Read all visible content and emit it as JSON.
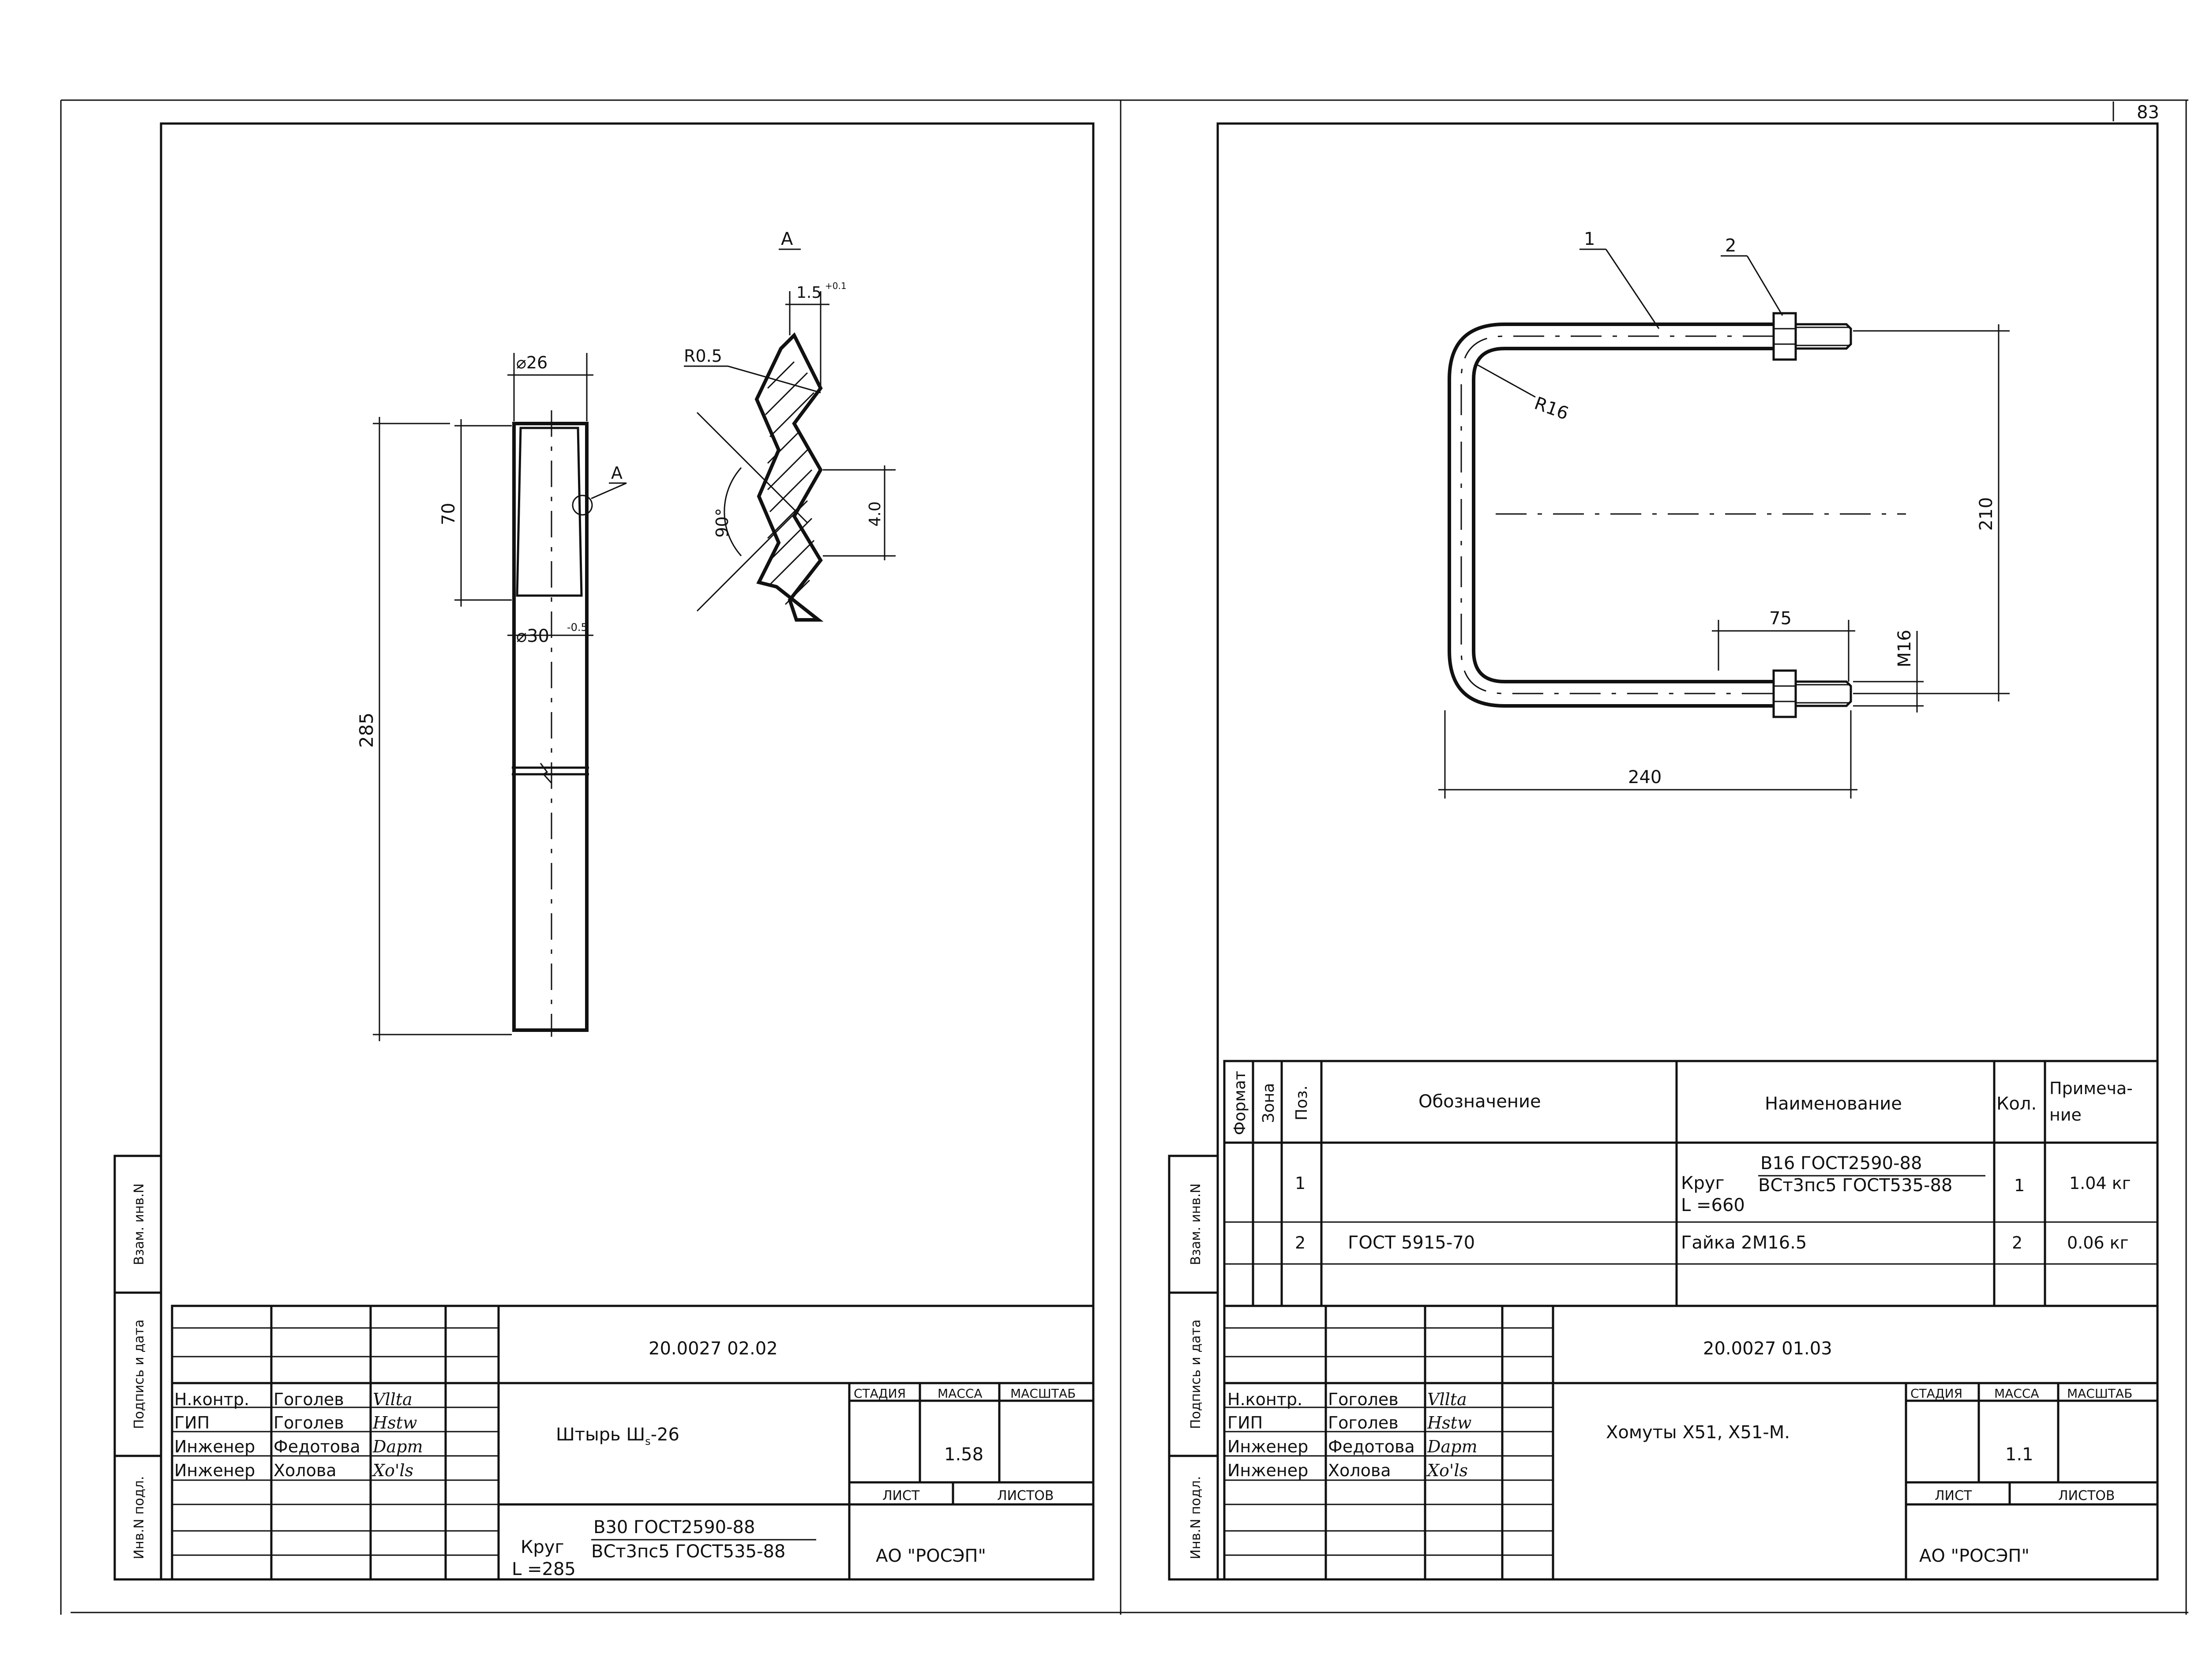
{
  "page_number": "83",
  "left_sheet": {
    "detail": {
      "dim_diameter_top": "⌀26",
      "dim_70": "70",
      "dim_285": "285",
      "dim_diameter_bottom": "⌀30",
      "dim_diameter_bottom_tol": "-0.5",
      "callout_a": "A"
    },
    "view_a": {
      "title": "A",
      "dim_1_5": "1.5",
      "dim_1_5_tol": "+0.1",
      "radius": "R0.5",
      "angle": "90°",
      "dim_4_0": "4.0"
    },
    "title_block": {
      "code": "20.0027  02.02",
      "roles": [
        "Н.контр.",
        "ГИП",
        "Инженер",
        "Инженер"
      ],
      "names": [
        "Гоголев",
        "Гоголев",
        "Федотова",
        "Холова"
      ],
      "signatures": [
        "Vllta",
        "Hstw",
        "Dapm",
        "Xo'ls"
      ],
      "product_name": "Штырь Ш",
      "product_sub": "s",
      "product_suffix": "-26",
      "stage_label": "СТАДИЯ",
      "mass_label": "МАССА",
      "scale_label": "МАСШТАБ",
      "mass_value": "1.58",
      "sheet_label": "ЛИСТ",
      "sheets_label": "ЛИСТОВ",
      "material_prefix": "Круг",
      "material_top": "В30  ГОСТ2590-88",
      "material_bottom": "ВСт3пс5  ГОСТ535-88",
      "material_length": "L =285",
      "organization": "АО \"РОСЭП\""
    },
    "side_labels": [
      "Взам. инв.N",
      "Подпись и дата",
      "Инв.N подл."
    ]
  },
  "right_sheet": {
    "drawing": {
      "pos1": "1",
      "pos2": "2",
      "radius": "R16",
      "dim_210": "210",
      "dim_75": "75",
      "dim_m16": "M16",
      "dim_240": "240"
    },
    "spec_table": {
      "headers": {
        "format": "Формат",
        "zone": "Зона",
        "pos": "Поз.",
        "designation": "Обозначение",
        "name": "Наименование",
        "qty": "Кол.",
        "note_1": "Примеча-",
        "note_2": "ние"
      },
      "rows": [
        {
          "pos": "1",
          "designation": "",
          "name_prefix": "Круг",
          "name_top": "В16  ГОСТ2590-88",
          "name_bottom": "ВСт3пс5  ГОСТ535-88",
          "name_length": "L =660",
          "qty": "1",
          "note": "1.04  кг"
        },
        {
          "pos": "2",
          "designation": "ГОСТ  5915-70",
          "name": "Гайка  2М16.5",
          "qty": "2",
          "note": "0.06  кг"
        }
      ]
    },
    "title_block": {
      "code": "20.0027  01.03",
      "roles": [
        "Н.контр.",
        "ГИП",
        "Инженер",
        "Инженер"
      ],
      "names": [
        "Гоголев",
        "Гоголев",
        "Федотова",
        "Холова"
      ],
      "signatures": [
        "Vllta",
        "Hstw",
        "Dapm",
        "Xo'ls"
      ],
      "product_name": "Хомуты  Х51,  Х51-М.",
      "stage_label": "СТАДИЯ",
      "mass_label": "МАССА",
      "scale_label": "МАСШТАБ",
      "mass_value": "1.1",
      "sheet_label": "ЛИСТ",
      "sheets_label": "ЛИСТОВ",
      "organization": "АО \"РОСЭП\""
    },
    "side_labels": [
      "Взам. инв.N",
      "Подпись и дата",
      "Инв.N подл."
    ]
  }
}
